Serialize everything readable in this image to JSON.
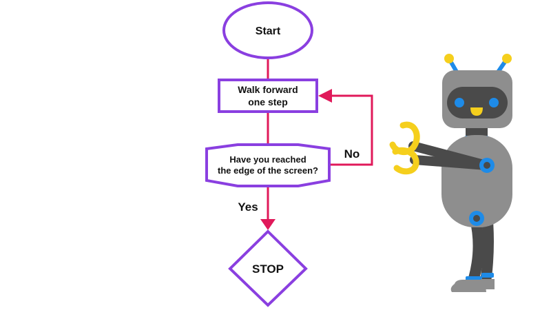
{
  "flowchart": {
    "start": "Start",
    "step_line1": "Walk forward",
    "step_line2": "one step",
    "question_line1": "Have you reached",
    "question_line2": "the edge of the screen?",
    "no_label": "No",
    "yes_label": "Yes",
    "stop": "STOP"
  },
  "colors": {
    "shape_outline": "#8a3fe0",
    "connector": "#e0195a",
    "robot_body": "#8e8e8e",
    "robot_dark": "#4a4a4a",
    "robot_accent_blue": "#1e8be8",
    "robot_accent_yellow": "#f5cf1d"
  },
  "illustration": {
    "subject": "robot-illustration"
  }
}
